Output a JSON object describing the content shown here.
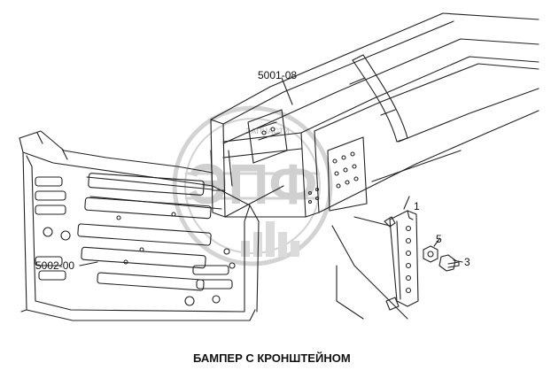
{
  "diagram": {
    "caption": "БАМПЕР С КРОНШТЕЙНОМ",
    "callouts": {
      "frame": "5001-08",
      "bumper": "5002-00",
      "bracket": "1",
      "bolt": "3",
      "nut": "5"
    },
    "watermark": {
      "letters": "ЭПФ",
      "ring_text": "ЗАПЧАСТИ"
    }
  }
}
